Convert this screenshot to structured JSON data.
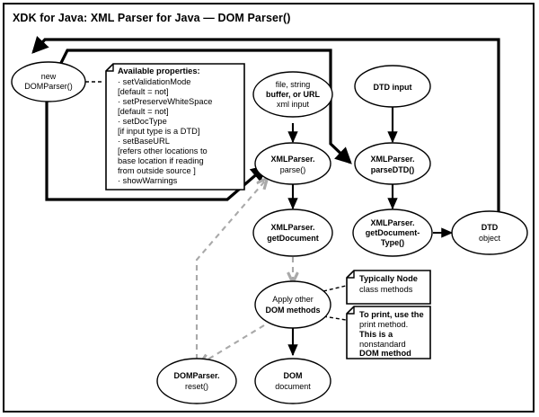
{
  "diagram": {
    "title": "XDK for Java: XML Parser for Java — DOM Parser()",
    "type": "flowchart",
    "nodes": {
      "new_domparser": {
        "line1": "new",
        "line2": "DOMParser()"
      },
      "xml_input": {
        "line1": "file, string",
        "line2": "buffer, or URL",
        "line3": "xml input"
      },
      "dtd_input": {
        "line1": "DTD input"
      },
      "parse": {
        "line1": "XMLParser.",
        "line2": "parse()"
      },
      "parse_dtd": {
        "line1": "XMLParser.",
        "line2": "parseDTD()"
      },
      "get_document": {
        "line1": "XMLParser.",
        "line2": "getDocument"
      },
      "get_doc_type": {
        "line1": "XMLParser.",
        "line2": "getDocument-",
        "line3": "Type()"
      },
      "dtd_object": {
        "line1": "DTD",
        "line2": "object"
      },
      "apply_other": {
        "line1": "Apply other",
        "line2": "DOM methods"
      },
      "reset": {
        "line1": "DOMParser.",
        "line2": "reset()"
      },
      "dom_document": {
        "line1": "DOM",
        "line2": "document"
      }
    },
    "notes": {
      "properties": {
        "heading": "Available properties:",
        "items": [
          "· setValidationMode",
          "  [default = not]",
          "· setPreserveWhiteSpace",
          "  [default = not]",
          "· setDocType",
          "  [if input type is a DTD]",
          "· setBaseURL",
          "  [refers other locations to",
          "  base location if reading",
          "  from outside source ]",
          "· showWarnings"
        ]
      },
      "node_methods": {
        "lines": [
          "Typically Node",
          "class methods"
        ]
      },
      "print_method": {
        "lines": [
          "To print, use the",
          "print method.",
          "This is a",
          "nonstandard",
          "DOM method"
        ]
      }
    },
    "colors": {
      "stroke": "#000000",
      "dashed_flow": "#a9a9a9",
      "background": "#ffffff"
    }
  }
}
